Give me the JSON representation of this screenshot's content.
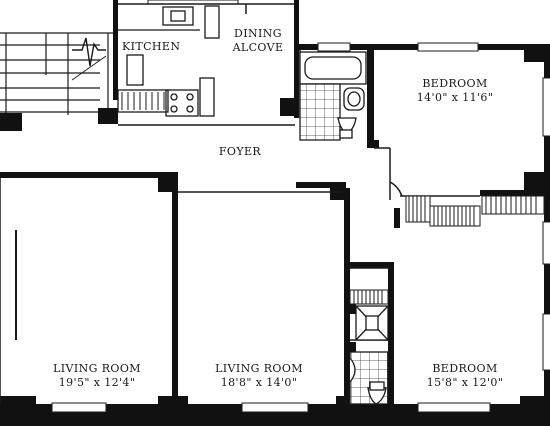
{
  "rooms": {
    "kitchen": {
      "name": "KITCHEN"
    },
    "dining": {
      "name_line1": "DINING",
      "name_line2": "ALCOVE"
    },
    "bedroom_top": {
      "name": "BEDROOM",
      "dims": "14'0\" x 11'6\""
    },
    "foyer": {
      "name": "FOYER"
    },
    "living_left": {
      "name": "LIVING ROOM",
      "dims": "19'5\" x 12'4\""
    },
    "living_center": {
      "name": "LIVING ROOM",
      "dims": "18'8\" x 14'0\""
    },
    "bedroom_bottom": {
      "name": "BEDROOM",
      "dims": "15'8\" x 12'0\""
    }
  },
  "colors": {
    "wall": "#111111",
    "line": "#1a1a1a",
    "tile": "#333333",
    "background": "#ffffff"
  }
}
